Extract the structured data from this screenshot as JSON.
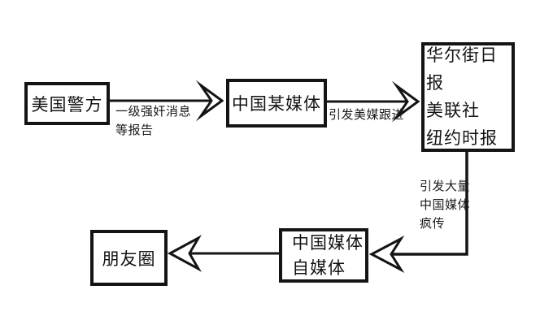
{
  "canvas": {
    "background_color": "#ffffff",
    "ink_color": "#141414",
    "type": "flowchart"
  },
  "nodes": {
    "us_police": {
      "label": "美国警方"
    },
    "cn_some_media": {
      "label": "中国某媒体"
    },
    "us_press": {
      "lines": [
        "华尔街日报",
        "美联社",
        "纽约时报"
      ]
    },
    "cn_media_self_media": {
      "lines": [
        "中国媒体",
        "自媒体"
      ]
    },
    "moments": {
      "label": "朋友圈"
    }
  },
  "edge_labels": {
    "report": {
      "lines": [
        "一级强奸消息",
        "等报告"
      ]
    },
    "us_follow": {
      "label": "引发美媒跟进"
    },
    "viral": {
      "lines": [
        "引发大量",
        "中国媒体",
        "疯传"
      ]
    }
  },
  "edges": [
    {
      "from": "us_police",
      "to": "cn_some_media",
      "label": "一级强奸消息 等报告",
      "direction": "right"
    },
    {
      "from": "cn_some_media",
      "to": "us_press",
      "label": "引发美媒跟进",
      "direction": "right"
    },
    {
      "from": "us_press",
      "to": "cn_media_self_media",
      "label": "引发大量 中国媒体 疯传",
      "direction": "down-left"
    },
    {
      "from": "cn_media_self_media",
      "to": "moments",
      "label": "",
      "direction": "left"
    }
  ]
}
